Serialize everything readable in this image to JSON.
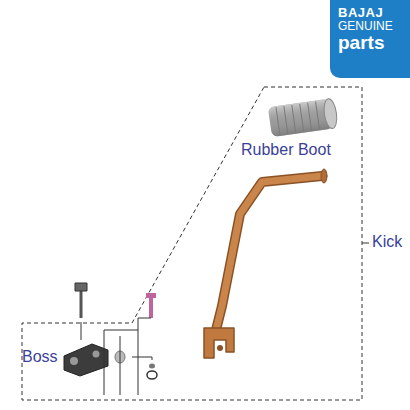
{
  "diagram": {
    "nodes": [
      {
        "text": [
          "BAJAJ",
          "GENUINE",
          "parts"
        ]
      }
    ],
    "labels": [
      "Rubber Boot",
      "Kick",
      "Boss"
    ]
  }
}
